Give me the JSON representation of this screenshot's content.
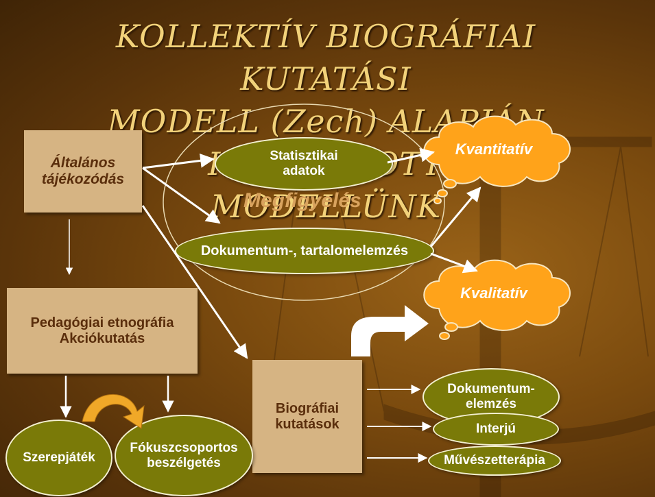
{
  "slide": {
    "title_lines": [
      "KOLLEKTÍV BIOGRÁFIAI KUTATÁSI",
      "MODELL (Zech) ALAPJÁN KIALAKÍTOTT",
      "MODELLÜNK"
    ],
    "boxes": {
      "general": "Általános tájékozódás",
      "pedagogical": "Pedagógiai etnográfia Akciókutatás",
      "biographical": "Biográfiai kutatások"
    },
    "ellipses": {
      "statistical": "Statisztikai\nadatok",
      "document_content": "Dokumentum-, tartalomelemzés",
      "roleplay": "Szerepjáték",
      "focus_group": "Fókuszcsoportos\nbeszélgetés",
      "document_analysis": "Dokumentum-\nelemzés",
      "interview": "Interjú",
      "art_therapy": "Művészetterápia"
    },
    "observation_label": "Megfigyelés",
    "clouds": {
      "quantitative": "Kvantitatív",
      "qualitative": "Kvalitatív"
    },
    "colors": {
      "title": "#f2d27a",
      "box_fill": "#d6b483",
      "box_text": "#5a2e0c",
      "ellipse_fill": "#7a7a08",
      "cloud_fill": "#ffa31a",
      "arrow": "#ffffff"
    }
  }
}
